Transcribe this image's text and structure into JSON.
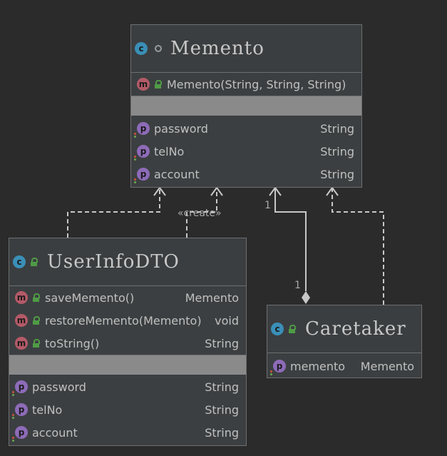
{
  "classes": {
    "memento": {
      "name": "Memento",
      "methods": [
        {
          "name": "Memento(String, String, String)",
          "type": ""
        }
      ],
      "fields": [
        {
          "name": "password",
          "type": "String"
        },
        {
          "name": "telNo",
          "type": "String"
        },
        {
          "name": "account",
          "type": "String"
        }
      ]
    },
    "userinfodto": {
      "name": "UserInfoDTO",
      "methods": [
        {
          "name": "saveMemento()",
          "type": "Memento"
        },
        {
          "name": "restoreMemento(Memento)",
          "type": "void"
        },
        {
          "name": "toString()",
          "type": "String"
        }
      ],
      "fields": [
        {
          "name": "password",
          "type": "String"
        },
        {
          "name": "telNo",
          "type": "String"
        },
        {
          "name": "account",
          "type": "String"
        }
      ]
    },
    "caretaker": {
      "name": "Caretaker",
      "fields": [
        {
          "name": "memento",
          "type": "Memento"
        }
      ]
    }
  },
  "edges": {
    "create_label": "«create»",
    "multiplicity_top": "1",
    "multiplicity_bottom": "1"
  },
  "badges": {
    "class": "c",
    "method": "m",
    "field": "p"
  },
  "colors": {
    "background": "#2b2b2b",
    "class_badge": "#3a8fb7",
    "method_badge": "#b45a68",
    "field_badge": "#8d6bb8",
    "public_lock": "#4f9b46"
  }
}
